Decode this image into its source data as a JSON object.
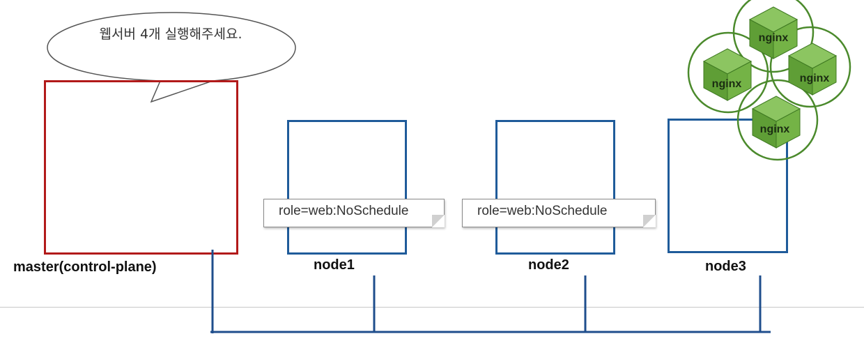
{
  "speech_bubble": {
    "text": "웹서버 4개 실행해주세요."
  },
  "master": {
    "label": "master(control-plane)",
    "color": "#b21a1a"
  },
  "nodes": [
    {
      "label": "node1",
      "taint": "role=web:NoSchedule"
    },
    {
      "label": "node2",
      "taint": "role=web:NoSchedule"
    },
    {
      "label": "node3"
    }
  ],
  "pods": [
    {
      "label": "nginx"
    },
    {
      "label": "nginx"
    },
    {
      "label": "nginx"
    },
    {
      "label": "nginx"
    }
  ],
  "colors": {
    "node_border": "#1f5b9a",
    "network_line": "#1f4e8c",
    "pod_green": "#6cae3f",
    "pod_ring": "#4b8a2c"
  }
}
